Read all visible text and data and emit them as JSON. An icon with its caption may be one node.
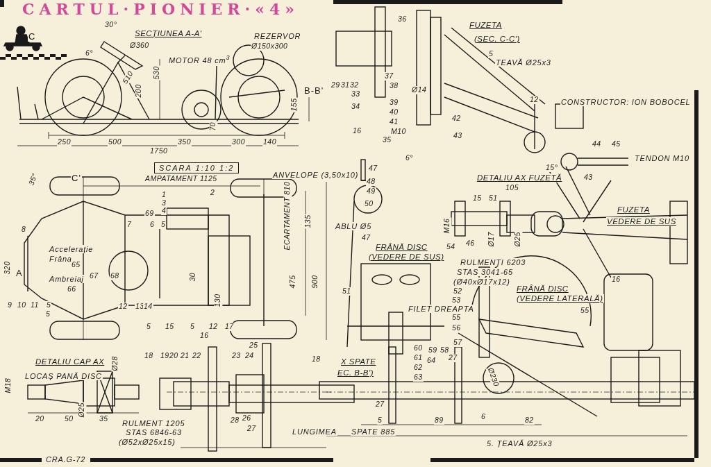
{
  "diagram": {
    "title": "CARTUL·PIONIER·«4»",
    "labels": [
      "30°",
      "C",
      "SECȚIUNEA A-A'",
      "REZERVOR",
      "Ø360",
      "Ø150x300",
      "6°",
      "MOTOR 48 cm$^{3}$",
      "510",
      "200",
      "530",
      "B-B'",
      "155",
      "70",
      "250",
      "500",
      "350",
      "300",
      "140",
      "1750",
      "SCARA 1:10 1:2",
      "35°",
      "C'",
      "AMPATAMENT 1125",
      "ANVELOPE (3,50x10)",
      "1",
      "3",
      "4",
      "2",
      "69",
      "7",
      "6",
      "5",
      "8",
      "135",
      "ECARTAMENT 810",
      "Accelerație",
      "Frâna",
      "320",
      "A",
      "65",
      "Ambreiaj",
      "67",
      "68",
      "66",
      "30",
      "475",
      "900",
      "130",
      "9",
      "10",
      "11",
      "5",
      "12",
      "13",
      "14",
      "5",
      "5",
      "15",
      "5",
      "12",
      "17",
      "16",
      "DETALIU CAP AX",
      "LOCAȘ PANĂ DISC",
      "M18",
      "Ø28",
      "18",
      "19",
      "20",
      "21",
      "22",
      "23",
      "24",
      "25",
      "18",
      "20",
      "50",
      "Ø25",
      "35",
      "RULMENT 1205",
      "STAS 6846-63",
      "(Ø52xØ25x15)",
      "28",
      "26",
      "27",
      "LUNGIMEA",
      "CRA.G-72",
      "36",
      "29",
      "31",
      "32",
      "37",
      "38",
      "33",
      "39",
      "34",
      "40",
      "41",
      "16",
      "M10",
      "35",
      "Ø14",
      "42",
      "43",
      "6°",
      "FUZETA",
      "(SEC. C-C')",
      "5",
      "TEAVĂ Ø25x3",
      "12",
      "CONSTRUCTOR: ION BOBOCEL",
      "44",
      "45",
      "TENDON M10",
      "47",
      "48",
      "49",
      "50",
      "ABLU Ø5",
      "47",
      "FRÂNĂ DISC",
      "(VEDERE DE SUS)",
      "54",
      "RULMENȚI 6203",
      "STAS 3041-65",
      "(Ø40xØ17x12)",
      "51",
      "52",
      "53",
      "FILET DREAPTA",
      "55",
      "56",
      "DETALIU AX FUZETĂ",
      "15°",
      "105",
      "43",
      "15",
      "51",
      "M16",
      "46",
      "Ø17",
      "Ø25",
      "FUZETA",
      "VEDERE DE SUS",
      "16",
      "FRÂNĂ DISC",
      "(VEDERE LATERALĂ)",
      "55",
      "57",
      "60",
      "59",
      "58",
      "61",
      "62",
      "63",
      "X SPATE",
      "EC. B-B')",
      "64",
      "27",
      "Ø230",
      "27",
      "5",
      "89",
      "6",
      "82",
      "SPATE 885",
      "5. ȚEAVĂ Ø25x3"
    ]
  }
}
